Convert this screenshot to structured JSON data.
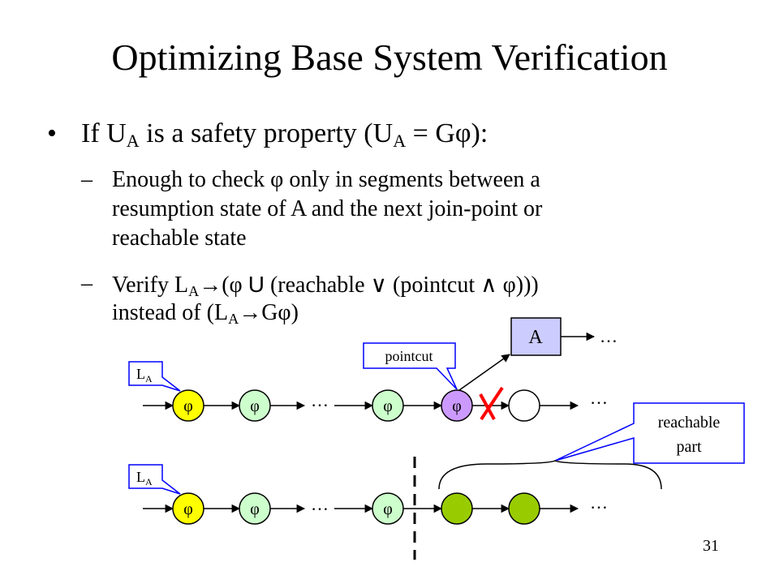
{
  "slide": {
    "title": "Optimizing Base System Verification",
    "page_number": "31"
  },
  "bullet": {
    "symbol": "•",
    "part1": "If U",
    "sub1": "A",
    "part2": " is a safety property (U",
    "sub2": "A",
    "part3": " = Gφ):"
  },
  "sub1": {
    "dash": "–",
    "line1": "Enough to check φ only in segments between a",
    "line2": "resumption state of A and the next join-point or",
    "line3": "reachable state"
  },
  "sub2": {
    "dash": "–",
    "p1": "Verify L",
    "s1": "A",
    "p2": "→(φ ",
    "until": "U",
    "p3": " (reachable ",
    "or": "∨",
    "p4": " (pointcut ",
    "and": "∧",
    "p5": " φ)))",
    "i1": "instead of (L",
    "s2": "A",
    "i2": "→Gφ)"
  },
  "diagram": {
    "phi": "φ",
    "ellipsis": "…",
    "label_L": "L",
    "label_sub": "A",
    "pointcut": "pointcut",
    "aspect": "A",
    "reachable_line1": "reachable",
    "reachable_line2": "part",
    "colors": {
      "yellow": "#ffff00",
      "lightgreen": "#ccffcc",
      "purple": "#cc99ff",
      "green": "#99cc00",
      "aspect_box": "#ccccff",
      "cross": "#ff0000"
    }
  }
}
